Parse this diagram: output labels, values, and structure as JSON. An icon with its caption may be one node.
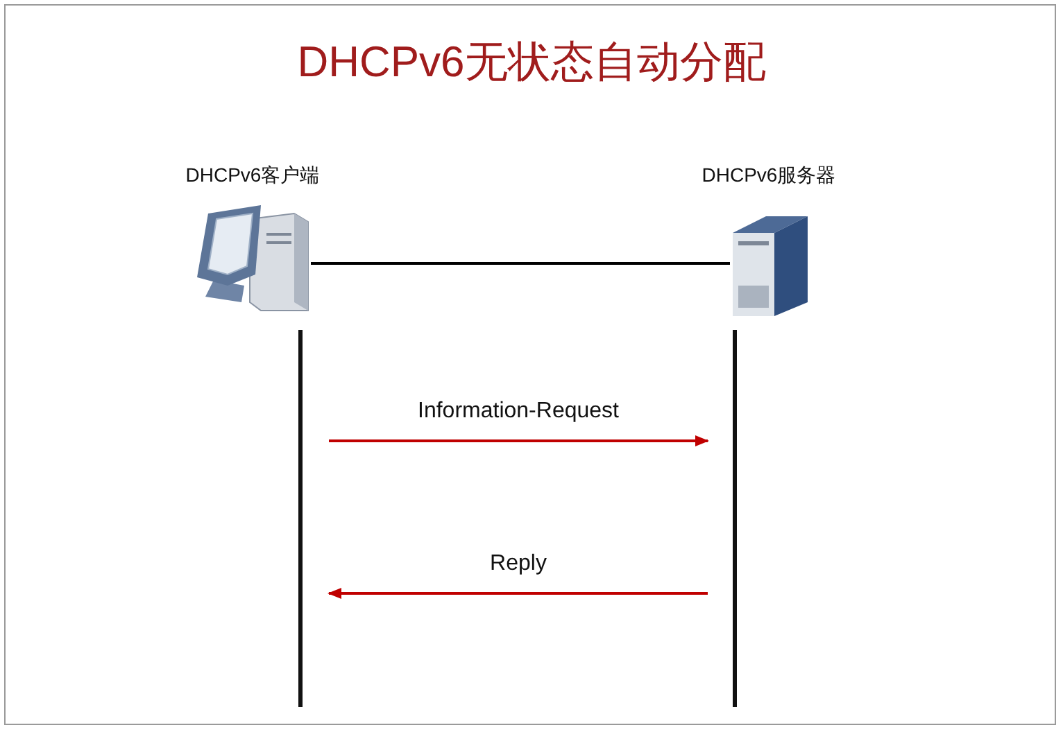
{
  "diagram": {
    "title": "DHCPv6无状态自动分配",
    "nodes": [
      {
        "text": [
          "DHCPv6客户端"
        ]
      },
      {
        "text": [
          "DHCPv6服务器"
        ]
      },
      {
        "text": [],
        "shape": "bar"
      },
      {
        "text": [],
        "shape": "bar"
      }
    ],
    "edges": [
      {
        "from": 0,
        "to": 1,
        "arrow": "none",
        "color": "#000000"
      },
      {
        "from": 2,
        "to": 3,
        "arrow": "to",
        "label": "Information-Request",
        "color": "#c00000"
      },
      {
        "from": 3,
        "to": 2,
        "arrow": "to",
        "label": "Reply",
        "color": "#c00000"
      }
    ]
  }
}
